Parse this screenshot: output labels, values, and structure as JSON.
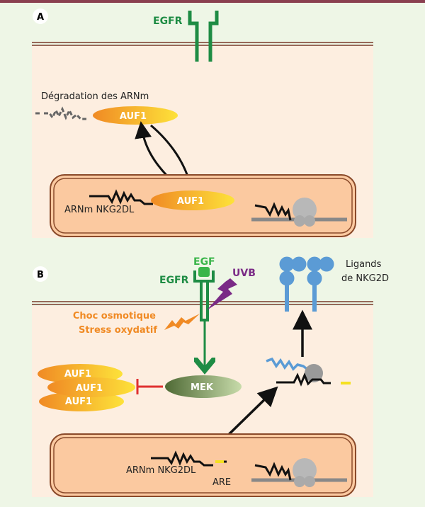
{
  "panel_a": {
    "label": "A",
    "egfr": "EGFR",
    "degradation": "Dégradation des ARNm",
    "auf1_cyto": "AUF1",
    "auf1_nuc": "AUF1",
    "mrna": "ARNm NKG2DL"
  },
  "panel_b": {
    "label": "B",
    "egf": "EGF",
    "egfr": "EGFR",
    "uvb": "UVB",
    "stress1": "Choc osmotique",
    "stress2": "Stress oxydatif",
    "ligands1": "Ligands",
    "ligands2": "de NKG2D",
    "auf1": [
      "AUF1",
      "AUF1",
      "AUF1"
    ],
    "mek": "MEK",
    "mrna": "ARNm NKG2DL",
    "are": "ARE"
  },
  "colors": {
    "green": "#1e8c44",
    "orange": "#f08a24",
    "purple": "#7a2a86",
    "blue": "#5b9bd5",
    "red": "#e03030"
  }
}
